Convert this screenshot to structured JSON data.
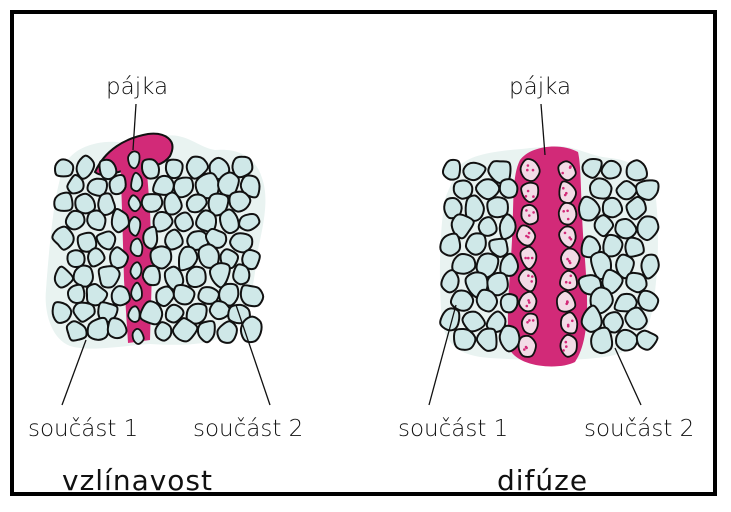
{
  "left_panel": {
    "top_label": "pájka",
    "part1_label": "součást 1",
    "part2_label": "součást 2",
    "caption": "vzlínavost"
  },
  "right_panel": {
    "top_label": "pájka",
    "part1_label": "součást 1",
    "part2_label": "součást 2",
    "caption": "difúze"
  },
  "colors": {
    "solder": "#d22a78",
    "grain": "#cfe8e8",
    "outline": "#111111",
    "frame": "#000000"
  }
}
